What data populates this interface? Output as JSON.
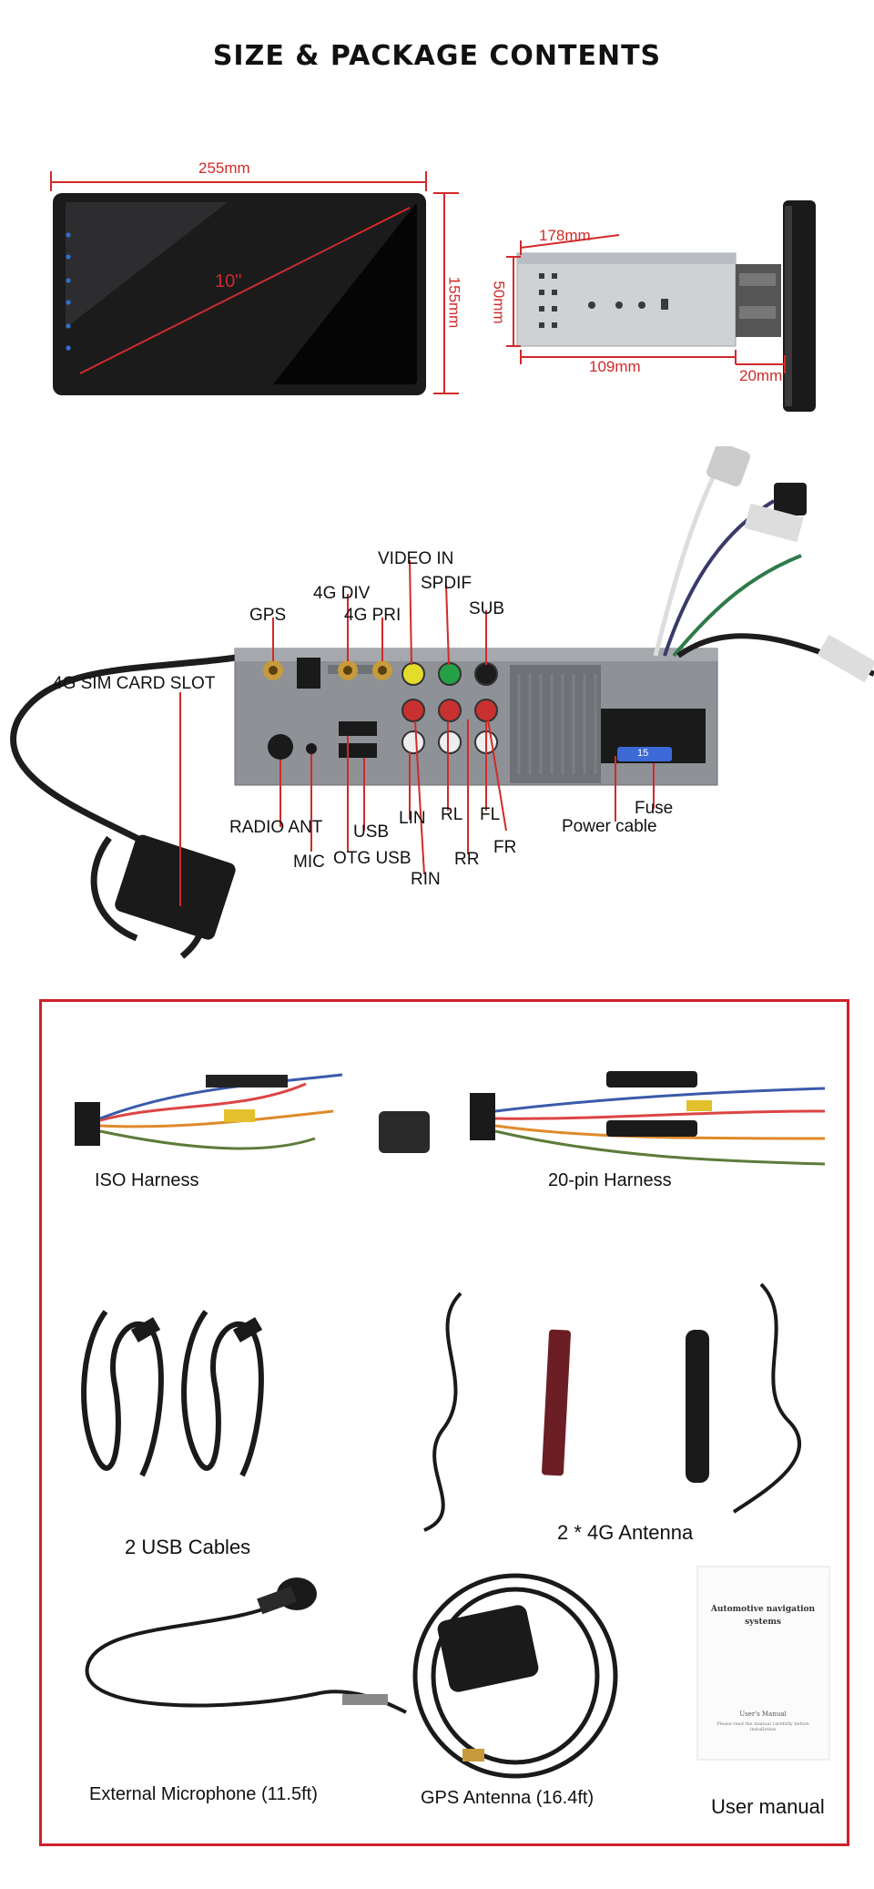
{
  "title": "SIZE & PACKAGE CONTENTS",
  "dimensions": {
    "width": "255mm",
    "height": "155mm",
    "diagonal": "10\"",
    "chassis_length": "178mm",
    "chassis_height": "50mm",
    "chassis_depth": "109mm",
    "front_depth": "20mm"
  },
  "connectors": {
    "video_in": "VIDEO IN",
    "div_4g": "4G DIV",
    "spdif": "SPDIF",
    "gps": "GPS",
    "pri_4g": "4G PRI",
    "sub": "SUB",
    "sim": "4G SIM CARD SLOT",
    "radio": "RADIO ANT",
    "mic": "MIC",
    "otg": "OTG USB",
    "usb": "USB",
    "lin": "LIN",
    "rin": "RIN",
    "rl": "RL",
    "rr": "RR",
    "fl": "FL",
    "fr": "FR",
    "fuse": "Fuse",
    "power": "Power cable",
    "fuse_value": "15"
  },
  "package": {
    "iso": "ISO Harness",
    "pin20": "20-pin Harness",
    "usb_cables": "2 USB Cables",
    "antenna_4g": "2 * 4G Antenna",
    "mic": "External Microphone (11.5ft)",
    "gps": "GPS Antenna (16.4ft)",
    "manual": "User manual",
    "manual_cover_title": "Automotive navigation systems",
    "manual_cover_sub": "User's Manual",
    "manual_cover_note": "Please read the manual carefully before installation"
  },
  "colors": {
    "dimension": "#d12a2a",
    "frame": "#d0202a"
  }
}
